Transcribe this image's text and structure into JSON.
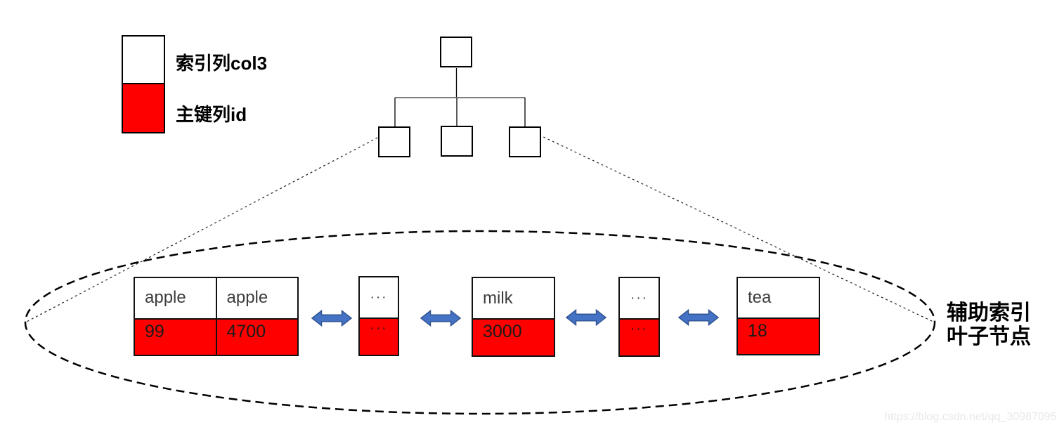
{
  "legend": {
    "items": [
      {
        "label": "索引列col3",
        "color": "#ffffff"
      },
      {
        "label": "主键列id",
        "color": "#ff0000"
      }
    ]
  },
  "leaf_nodes": [
    {
      "cells": [
        {
          "index": "apple",
          "id": "99"
        },
        {
          "index": "apple",
          "id": "4700"
        }
      ]
    },
    {
      "cells": [
        {
          "index": "···",
          "id": "···"
        }
      ]
    },
    {
      "cells": [
        {
          "index": "milk",
          "id": "3000"
        }
      ]
    },
    {
      "cells": [
        {
          "index": "···",
          "id": "···"
        }
      ]
    },
    {
      "cells": [
        {
          "index": "tea",
          "id": "18"
        }
      ]
    }
  ],
  "annotation": {
    "line1": "辅助索引",
    "line2": "叶子节点"
  },
  "watermark": "https://blog.csdn.net/qq_30987095",
  "colors": {
    "primary_key_red": "#ff0000",
    "arrow_fill": "#4472c4",
    "arrow_stroke": "#2f528f"
  }
}
